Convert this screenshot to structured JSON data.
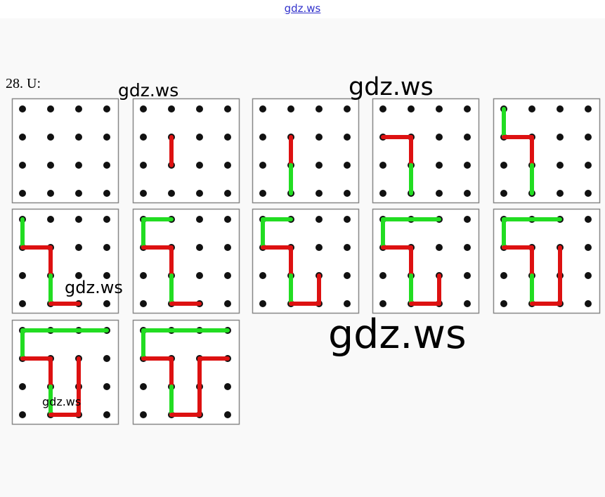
{
  "header": {
    "link": "gdz.ws"
  },
  "exercise": {
    "label": "28. U:"
  },
  "watermarks": [
    "gdz.ws",
    "gdz.ws",
    "gdz.ws",
    "gdz.ws",
    "gdz.ws"
  ],
  "colors": {
    "green": "#22dd22",
    "red": "#dd1111",
    "dot": "#111111",
    "frame": "#888888"
  },
  "grid_size": 4,
  "grids": [
    [],
    [
      [
        "R",
        1,
        1,
        1,
        2
      ]
    ],
    [
      [
        "R",
        1,
        1,
        1,
        2
      ],
      [
        "G",
        1,
        2,
        1,
        3
      ]
    ],
    [
      [
        "R",
        0,
        1,
        1,
        1
      ],
      [
        "R",
        1,
        1,
        1,
        2
      ],
      [
        "G",
        1,
        2,
        1,
        3
      ]
    ],
    [
      [
        "G",
        0,
        0,
        0,
        1
      ],
      [
        "R",
        0,
        1,
        1,
        1
      ],
      [
        "R",
        1,
        1,
        1,
        2
      ],
      [
        "G",
        1,
        2,
        1,
        3
      ]
    ],
    [
      [
        "G",
        0,
        0,
        0,
        1
      ],
      [
        "R",
        0,
        1,
        1,
        1
      ],
      [
        "R",
        1,
        1,
        1,
        2
      ],
      [
        "G",
        1,
        2,
        1,
        3
      ],
      [
        "R",
        1,
        3,
        2,
        3
      ]
    ],
    [
      [
        "G",
        1,
        0,
        0,
        0
      ],
      [
        "G",
        0,
        0,
        0,
        1
      ],
      [
        "R",
        0,
        1,
        1,
        1
      ],
      [
        "R",
        1,
        1,
        1,
        2
      ],
      [
        "G",
        1,
        2,
        1,
        3
      ],
      [
        "R",
        1,
        3,
        2,
        3
      ]
    ],
    [
      [
        "G",
        1,
        0,
        0,
        0
      ],
      [
        "G",
        0,
        0,
        0,
        1
      ],
      [
        "R",
        0,
        1,
        1,
        1
      ],
      [
        "R",
        1,
        1,
        1,
        2
      ],
      [
        "G",
        1,
        2,
        1,
        3
      ],
      [
        "R",
        1,
        3,
        2,
        3
      ],
      [
        "R",
        2,
        3,
        2,
        2
      ]
    ],
    [
      [
        "G",
        2,
        0,
        0,
        0
      ],
      [
        "G",
        0,
        0,
        0,
        1
      ],
      [
        "R",
        0,
        1,
        1,
        1
      ],
      [
        "R",
        1,
        1,
        1,
        2
      ],
      [
        "G",
        1,
        2,
        1,
        3
      ],
      [
        "R",
        1,
        3,
        2,
        3
      ],
      [
        "R",
        2,
        3,
        2,
        2
      ]
    ],
    [
      [
        "G",
        2,
        0,
        0,
        0
      ],
      [
        "G",
        0,
        0,
        0,
        1
      ],
      [
        "R",
        0,
        1,
        1,
        1
      ],
      [
        "R",
        1,
        1,
        1,
        2
      ],
      [
        "G",
        1,
        2,
        1,
        3
      ],
      [
        "R",
        1,
        3,
        2,
        3
      ],
      [
        "R",
        2,
        3,
        2,
        1
      ]
    ],
    [
      [
        "G",
        3,
        0,
        0,
        0
      ],
      [
        "G",
        0,
        0,
        0,
        1
      ],
      [
        "R",
        0,
        1,
        1,
        1
      ],
      [
        "R",
        1,
        1,
        1,
        2
      ],
      [
        "G",
        1,
        2,
        1,
        3
      ],
      [
        "R",
        1,
        3,
        2,
        3
      ],
      [
        "R",
        2,
        3,
        2,
        1
      ]
    ],
    [
      [
        "G",
        3,
        0,
        0,
        0
      ],
      [
        "G",
        0,
        0,
        0,
        1
      ],
      [
        "R",
        0,
        1,
        1,
        1
      ],
      [
        "R",
        1,
        1,
        1,
        2
      ],
      [
        "G",
        1,
        2,
        1,
        3
      ],
      [
        "R",
        1,
        3,
        2,
        3
      ],
      [
        "R",
        2,
        3,
        2,
        1
      ],
      [
        "R",
        2,
        1,
        3,
        1
      ]
    ]
  ]
}
